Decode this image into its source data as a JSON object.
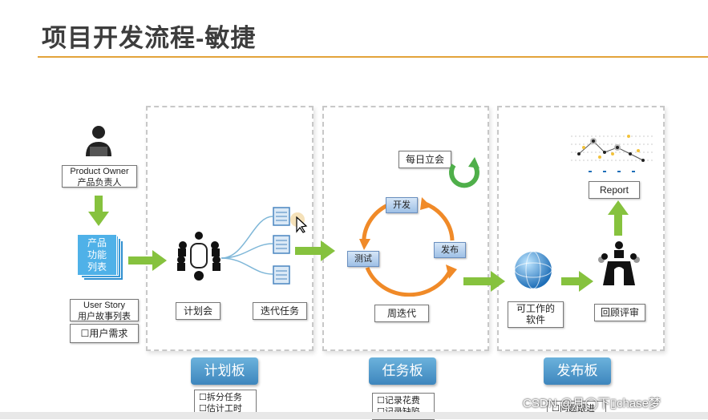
{
  "title": "项目开发流程-敏捷",
  "product_owner": "Product Owner",
  "product_owner_cn": "产品负责人",
  "backlog": [
    "产品",
    "功能",
    "列表"
  ],
  "user_story": "User Story",
  "user_story_cn": "用户故事列表",
  "user_need": "☐用户需求",
  "planning_meeting": "计划会",
  "iteration_tasks": "迭代任务",
  "daily_standup": "每日立会",
  "cycle": {
    "develop": "开发",
    "release": "发布",
    "test": "测试"
  },
  "weekly_iteration": "周迭代",
  "working_software": [
    "可工作的",
    "软件"
  ],
  "retrospective": "回顾评审",
  "report": "Report",
  "boards": {
    "plan": {
      "label": "计划板",
      "items": [
        "☐拆分任务",
        "☐估计工时"
      ]
    },
    "task": {
      "label": "任务板",
      "items": [
        "☐记录花费",
        "☐记录缺陷"
      ]
    },
    "release": {
      "label": "发布板",
      "items": [
        "☐问题跟进"
      ]
    }
  },
  "watermark": "CSDN @月◯下▯chase梦",
  "colors": {
    "accent_rule": "#e3a33a",
    "arrow_green": "#86c23e",
    "cycle_orange": "#f08a28",
    "board_blue": "#4a90c8"
  }
}
